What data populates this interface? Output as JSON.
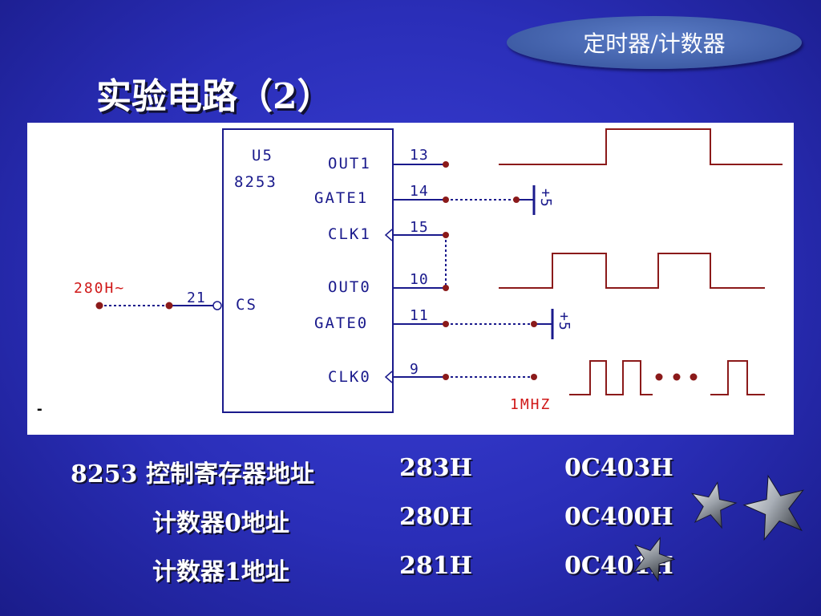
{
  "header": {
    "topic": "定时器/计数器"
  },
  "slide": {
    "title": "实验电路（2）"
  },
  "circuit": {
    "chip": {
      "ref": "U5",
      "part": "8253"
    },
    "pins": {
      "out1": "OUT1",
      "gate1": "GATE1",
      "clk1": "CLK1",
      "out0": "OUT0",
      "gate0": "GATE0",
      "clk0": "CLK0",
      "cs": "CS"
    },
    "pin_numbers": {
      "out1": "13",
      "gate1": "14",
      "clk1": "15",
      "out0": "10",
      "gate0": "11",
      "clk0": "9",
      "cs": "21"
    },
    "cs_address": "280H~",
    "clock_source": "1MHZ",
    "supply": "+5",
    "marker": "-"
  },
  "address_table": [
    {
      "name": "8253  控制寄存器地址",
      "addr": "283H",
      "alt": "0C403H"
    },
    {
      "name": "计数器0地址",
      "addr": "280H",
      "alt": "0C400H"
    },
    {
      "name": "计数器1地址",
      "addr": "281H",
      "alt": "0C401H"
    }
  ],
  "colors": {
    "background": "#2a2eb8",
    "wire": "#1a1a8c",
    "signal": "#8b1a1a",
    "label_red": "#d01818"
  },
  "icons": [
    "star-icon"
  ]
}
